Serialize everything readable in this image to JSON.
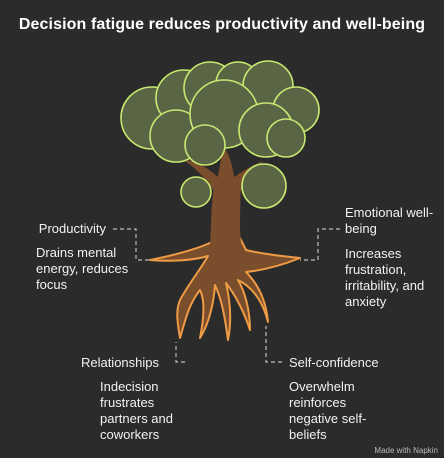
{
  "title": "Decision fatigue reduces productivity and well-being",
  "items": [
    {
      "label": "Productivity",
      "description": "Drains mental energy, reduces focus"
    },
    {
      "label": "Emotional well-being",
      "description": "Increases frustration, irritability, and anxiety"
    },
    {
      "label": "Relationships",
      "description": "Indecision frustrates partners and coworkers"
    },
    {
      "label": "Self-confidence",
      "description": "Overwhelm reinforces negative self-beliefs"
    }
  ],
  "footer": "Made with Napkin",
  "colors": {
    "background": "#2b2b2b",
    "canopy": "#5a6546",
    "canopy_outline": "#c8e870",
    "trunk": "#7a4d2c",
    "roots_outline": "#ef9b45",
    "connector": "#bcbcbc"
  },
  "icons": {
    "footer": "napkin-logo-icon"
  }
}
